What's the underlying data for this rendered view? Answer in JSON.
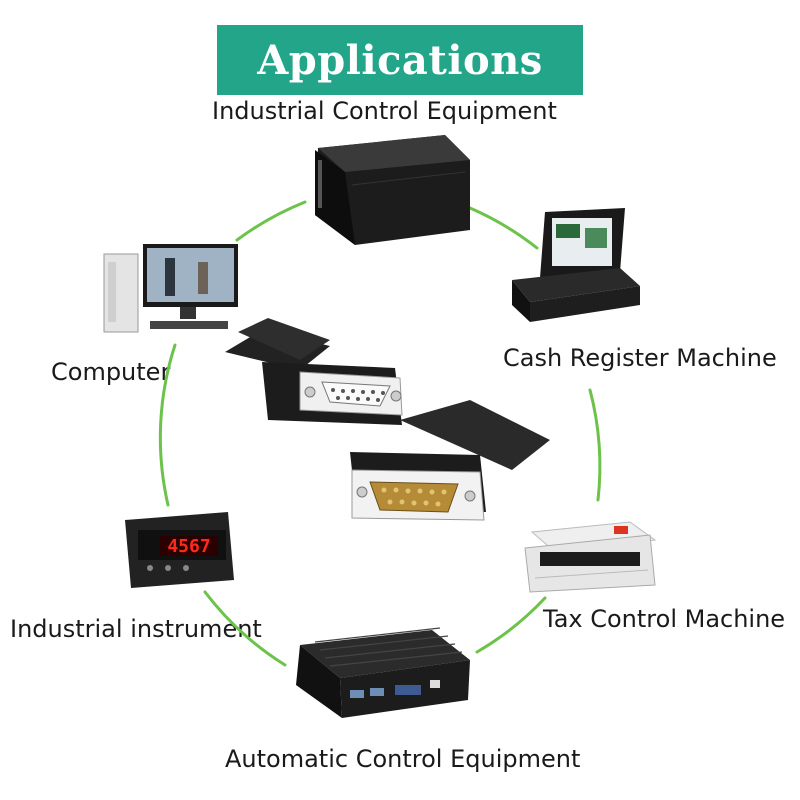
{
  "banner": {
    "title": "Applications",
    "color": "#23a58a"
  },
  "ring_color": "#6cc24a",
  "labels": {
    "industrial_control": "Industrial Control Equipment",
    "computer": "Computer",
    "cash_register": "Cash Register Machine",
    "industrial_instrument": "Industrial instrument",
    "tax_control": "Tax Control Machine",
    "automatic_control": "Automatic Control Equipment"
  },
  "meter_display": "4567",
  "icons": [
    "server-rack-icon",
    "desktop-computer-icon",
    "pos-terminal-icon",
    "panel-meter-icon",
    "dot-matrix-printer-icon",
    "fanless-pc-icon",
    "db15-connector-female",
    "db15-connector-male"
  ]
}
